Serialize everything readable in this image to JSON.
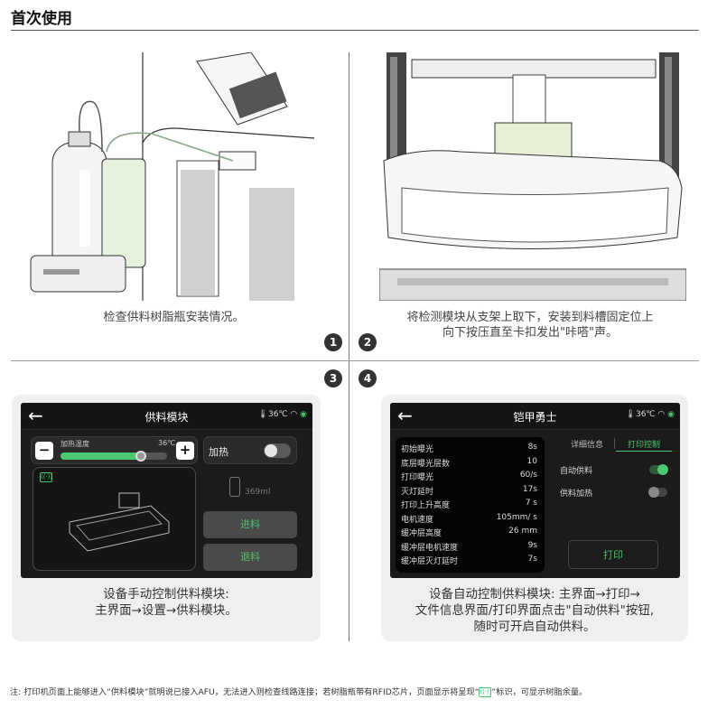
{
  "section_title": "首次使用",
  "steps": [
    {
      "number": "1",
      "caption": [
        "检查供料树脂瓶安装情况。"
      ]
    },
    {
      "number": "2",
      "caption": [
        "将检测模块从支架上取下，安装到料槽固定位上",
        "向下按压直至卡扣发出\"咔嗒\"声。"
      ]
    },
    {
      "number": "3",
      "caption": [
        "设备手动控制供料模块:",
        "主界面→设置→供料模块。"
      ]
    },
    {
      "number": "4",
      "caption": [
        "设备自动控制供料模块: 主界面→打印→",
        "文件信息界面/打印界面点击\"自动供料\"按钮,",
        "随时可开启自动供料。"
      ]
    }
  ],
  "screen_manual": {
    "back": "←",
    "title": "供料模块",
    "status": "36℃",
    "minus": "−",
    "plus": "+",
    "temp_label": "加热温度",
    "temp_value": "36℃",
    "heat_fraction": 0.75,
    "heat_label": "加热",
    "heat_on": false,
    "rfid_mark": "((·))",
    "volume": "369ml",
    "feed_button": "进料",
    "return_button": "退料"
  },
  "screen_auto": {
    "back": "←",
    "title": "铠甲勇士",
    "status": "36℃",
    "params": [
      {
        "label": "初始曝光",
        "value": "8s"
      },
      {
        "label": "底层曝光层数",
        "value": "10"
      },
      {
        "label": "打印曝光",
        "value": "60/s"
      },
      {
        "label": "灭灯延时",
        "value": "17s"
      },
      {
        "label": "打印上升高度",
        "value": "7 s"
      },
      {
        "label": "电机速度",
        "value": "105mm/ s"
      },
      {
        "label": "缓冲层高度",
        "value": "26 mm"
      },
      {
        "label": "缓冲层电机速度",
        "value": "9s"
      },
      {
        "label": "缓冲层灭灯延时",
        "value": "7s"
      }
    ],
    "tabs": [
      "详细信息",
      "打印控制"
    ],
    "active_tab": 1,
    "auto_feed_label": "自动供料",
    "auto_feed_on": true,
    "feed_heat_label": "供料加热",
    "feed_heat_on": false,
    "print_button": "打印"
  },
  "note": {
    "before": "注: 打印机页面上能够进入“供料模块”就明说已接入AFU，无法进入则检查线路连接；若树脂瓶带有RFID芯片，页面显示将呈现“",
    "icon": "((·))",
    "after": "”标识，可显示树脂余量。"
  },
  "colors": {
    "accent_green": "#4cc86f",
    "screen_bg": "#1b1b1b"
  }
}
